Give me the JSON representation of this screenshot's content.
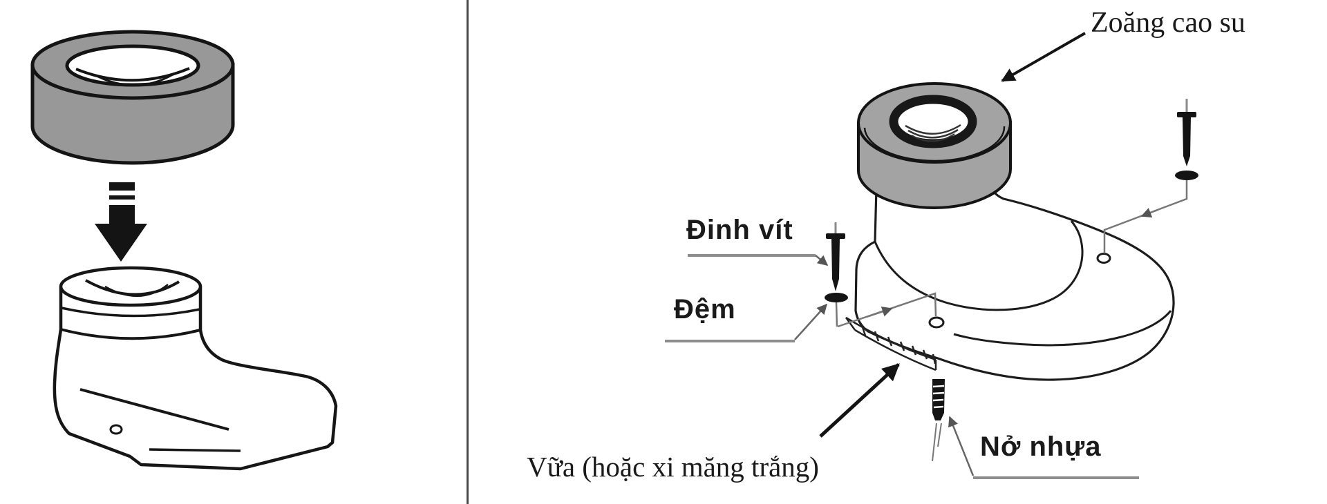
{
  "labels": {
    "zoang_cao_su": "Zoăng cao su",
    "dinh_vit": "Đinh vít",
    "dem": "Đệm",
    "vua": "Vữa (hoặc xi măng trắng)",
    "no_nhua": "Nở nhựa"
  },
  "icons": {
    "rubber-ring": "gray torus gasket",
    "down-arrow": "thick black striped arrow pointing down",
    "toilet-flange": "boot-shaped toilet outlet flange outline",
    "screw": "black screw with head and point",
    "washer": "black washer disc",
    "wall-plug-anchor": "ribbed plastic expansion anchor",
    "mortar-hatch": "hatched mortar band",
    "leader-arrow": "thin leader line with arrowhead",
    "divider": "vertical separator line"
  },
  "colors": {
    "background": "#ffffff",
    "ring_fill_left": "#989898",
    "ring_fill_right": "#a3a3a3",
    "outline": "#1a1a1a",
    "leader": "#666666",
    "underline": "#8d8d8d",
    "divider": "#4a4a4a"
  }
}
